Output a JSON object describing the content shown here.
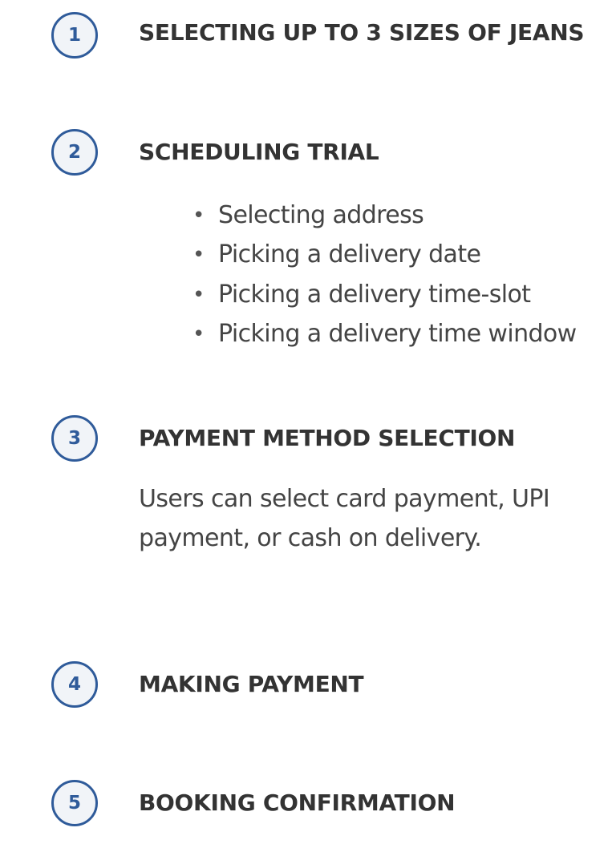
{
  "steps": [
    {
      "number": "1",
      "title": "SELECTING UP TO 3 SIZES OF JEANS"
    },
    {
      "number": "2",
      "title": "SCHEDULING TRIAL",
      "items": [
        "Selecting address",
        "Picking a delivery date",
        "Picking a delivery time-slot",
        "Picking a delivery time window"
      ]
    },
    {
      "number": "3",
      "title": "PAYMENT METHOD SELECTION",
      "description": "Users can select card payment, UPI payment, or cash on delivery."
    },
    {
      "number": "4",
      "title": "MAKING PAYMENT"
    },
    {
      "number": "5",
      "title": "BOOKING CONFIRMATION"
    }
  ],
  "colors": {
    "accent": "#2f5b9a",
    "badge_fill": "#f1f4f8",
    "heading_text": "#333333",
    "body_text": "#444444"
  },
  "bullet_glyph": "•"
}
